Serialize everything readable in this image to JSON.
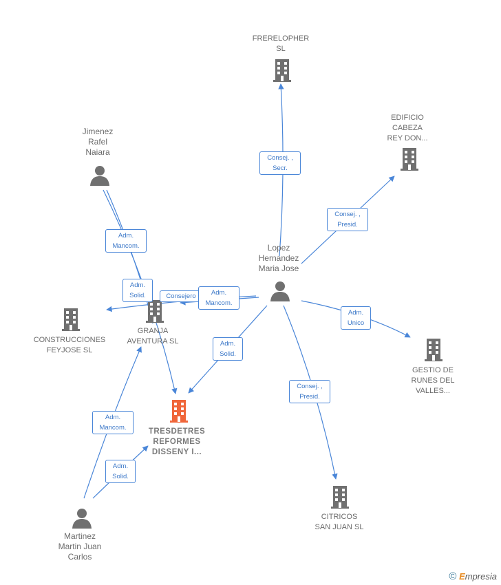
{
  "nodes": {
    "frerelopher": {
      "label": "FRERELOPHER\nSL",
      "kind": "company"
    },
    "edificio": {
      "label": "EDIFICIO\nCABEZA\nREY DON...",
      "kind": "company"
    },
    "jimenez": {
      "label": "Jimenez\nRafel\nNaiara",
      "kind": "person"
    },
    "lopez": {
      "label": "Lopez\nHernandez\nMaria Jose",
      "kind": "person"
    },
    "construcciones": {
      "label": "CONSTRUCCIONES\nFEYJOSE SL",
      "kind": "company"
    },
    "granja": {
      "label": "GRANJA\nAVENTURA  SL",
      "kind": "company"
    },
    "gestio": {
      "label": "GESTIO DE\nRUNES DEL\nVALLES...",
      "kind": "company"
    },
    "tresdetres": {
      "label": "TRESDETRES\nREFORMES\nDISSENY I...",
      "kind": "company-main"
    },
    "citricos": {
      "label": "CITRICOS\nSAN JUAN SL",
      "kind": "company"
    },
    "martinez": {
      "label": "Martinez\nMartin Juan\nCarlos",
      "kind": "person"
    }
  },
  "edges": {
    "lopez_frerelopher": "Consej. ,\nSecr.",
    "lopez_edificio": "Consej. ,\nPresid.",
    "jimenez_tresdetres_1": "Adm.\nMancom.",
    "jimenez_tresdetres_2": "Adm.\nSolid.",
    "to_construcciones": "Consejero",
    "lopez_granja": "Adm.\nMancom.",
    "lopez_gestio": "Adm.\nUnico",
    "lopez_tresdetres": "Adm.\nSolid.",
    "lopez_citricos": "Consej. ,\nPresid.",
    "martinez_granja": "Adm.\nMancom.",
    "martinez_tresdetres": "Adm.\nSolid."
  },
  "colors": {
    "edge": "#4a86d8",
    "icon": "#707070",
    "highlight": "#f0663a"
  },
  "watermark": {
    "symbol": "©",
    "brand_first": "E",
    "brand_rest": "mpresia"
  }
}
